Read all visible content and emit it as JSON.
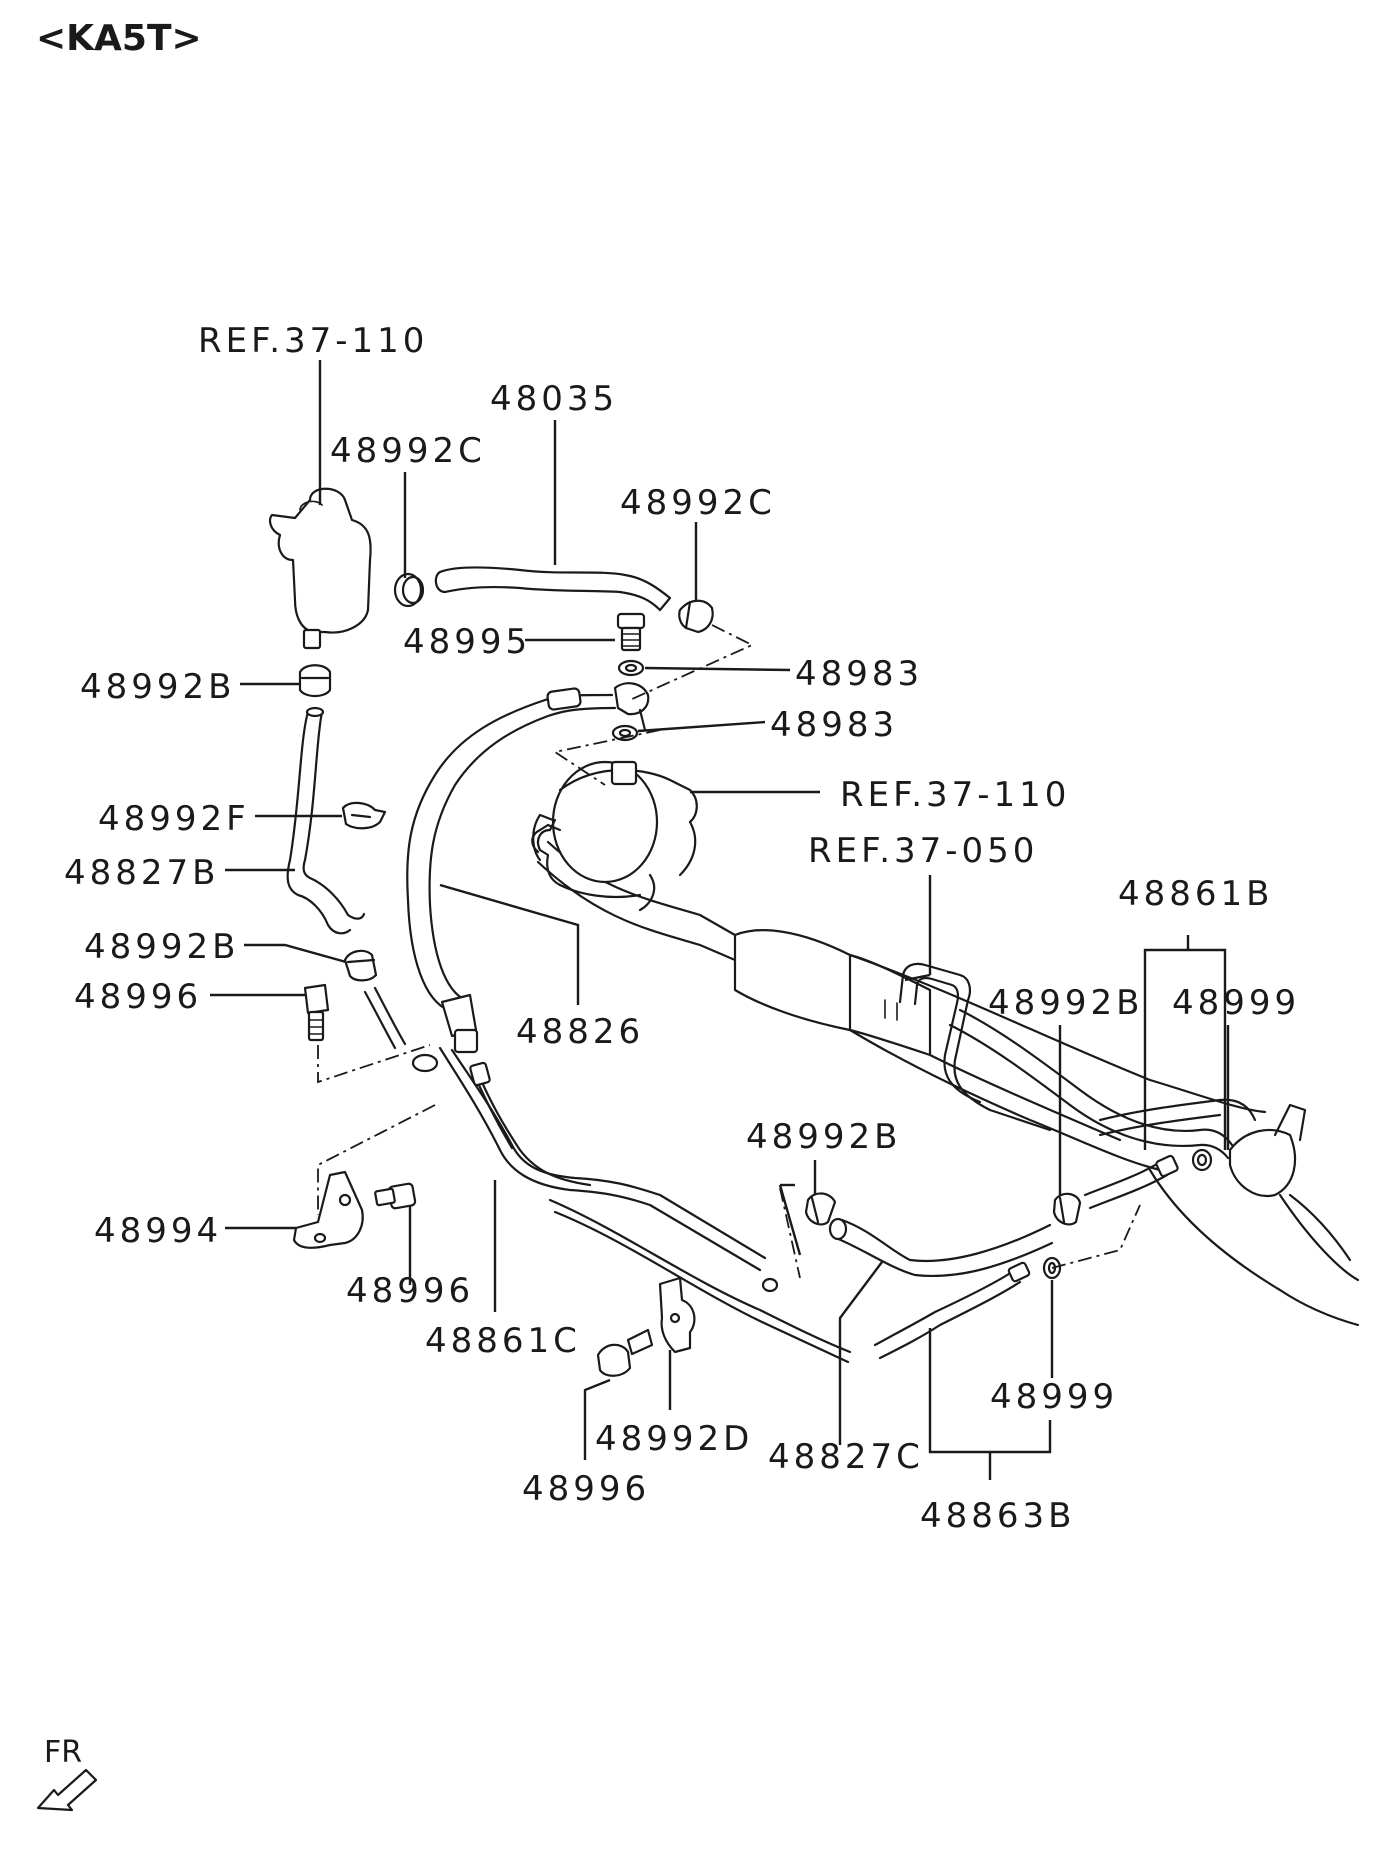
{
  "model_code": "<KA5T>",
  "direction_label": "FR",
  "parts": {
    "ref_37_110_top": "REF.37-110",
    "p48035": "48035",
    "p48992C_left": "48992C",
    "p48992C_right": "48992C",
    "p48995": "48995",
    "p48983_top": "48983",
    "p48983_bottom": "48983",
    "ref_37_110_pump": "REF.37-110",
    "ref_37_050": "REF.37-050",
    "p48992B_top": "48992B",
    "p48992F": "48992F",
    "p48827B": "48827B",
    "p48992B_mid": "48992B",
    "p48996_left": "48996",
    "p48826": "48826",
    "p48861B": "48861B",
    "p48992B_right": "48992B",
    "p48999_top": "48999",
    "p48992B_center": "48992B",
    "p48994": "48994",
    "p48996_bracket": "48996",
    "p48861C": "48861C",
    "p48992D": "48992D",
    "p48996_bottom": "48996",
    "p48827C": "48827C",
    "p48999_bottom": "48999",
    "p48863B": "48863B"
  }
}
